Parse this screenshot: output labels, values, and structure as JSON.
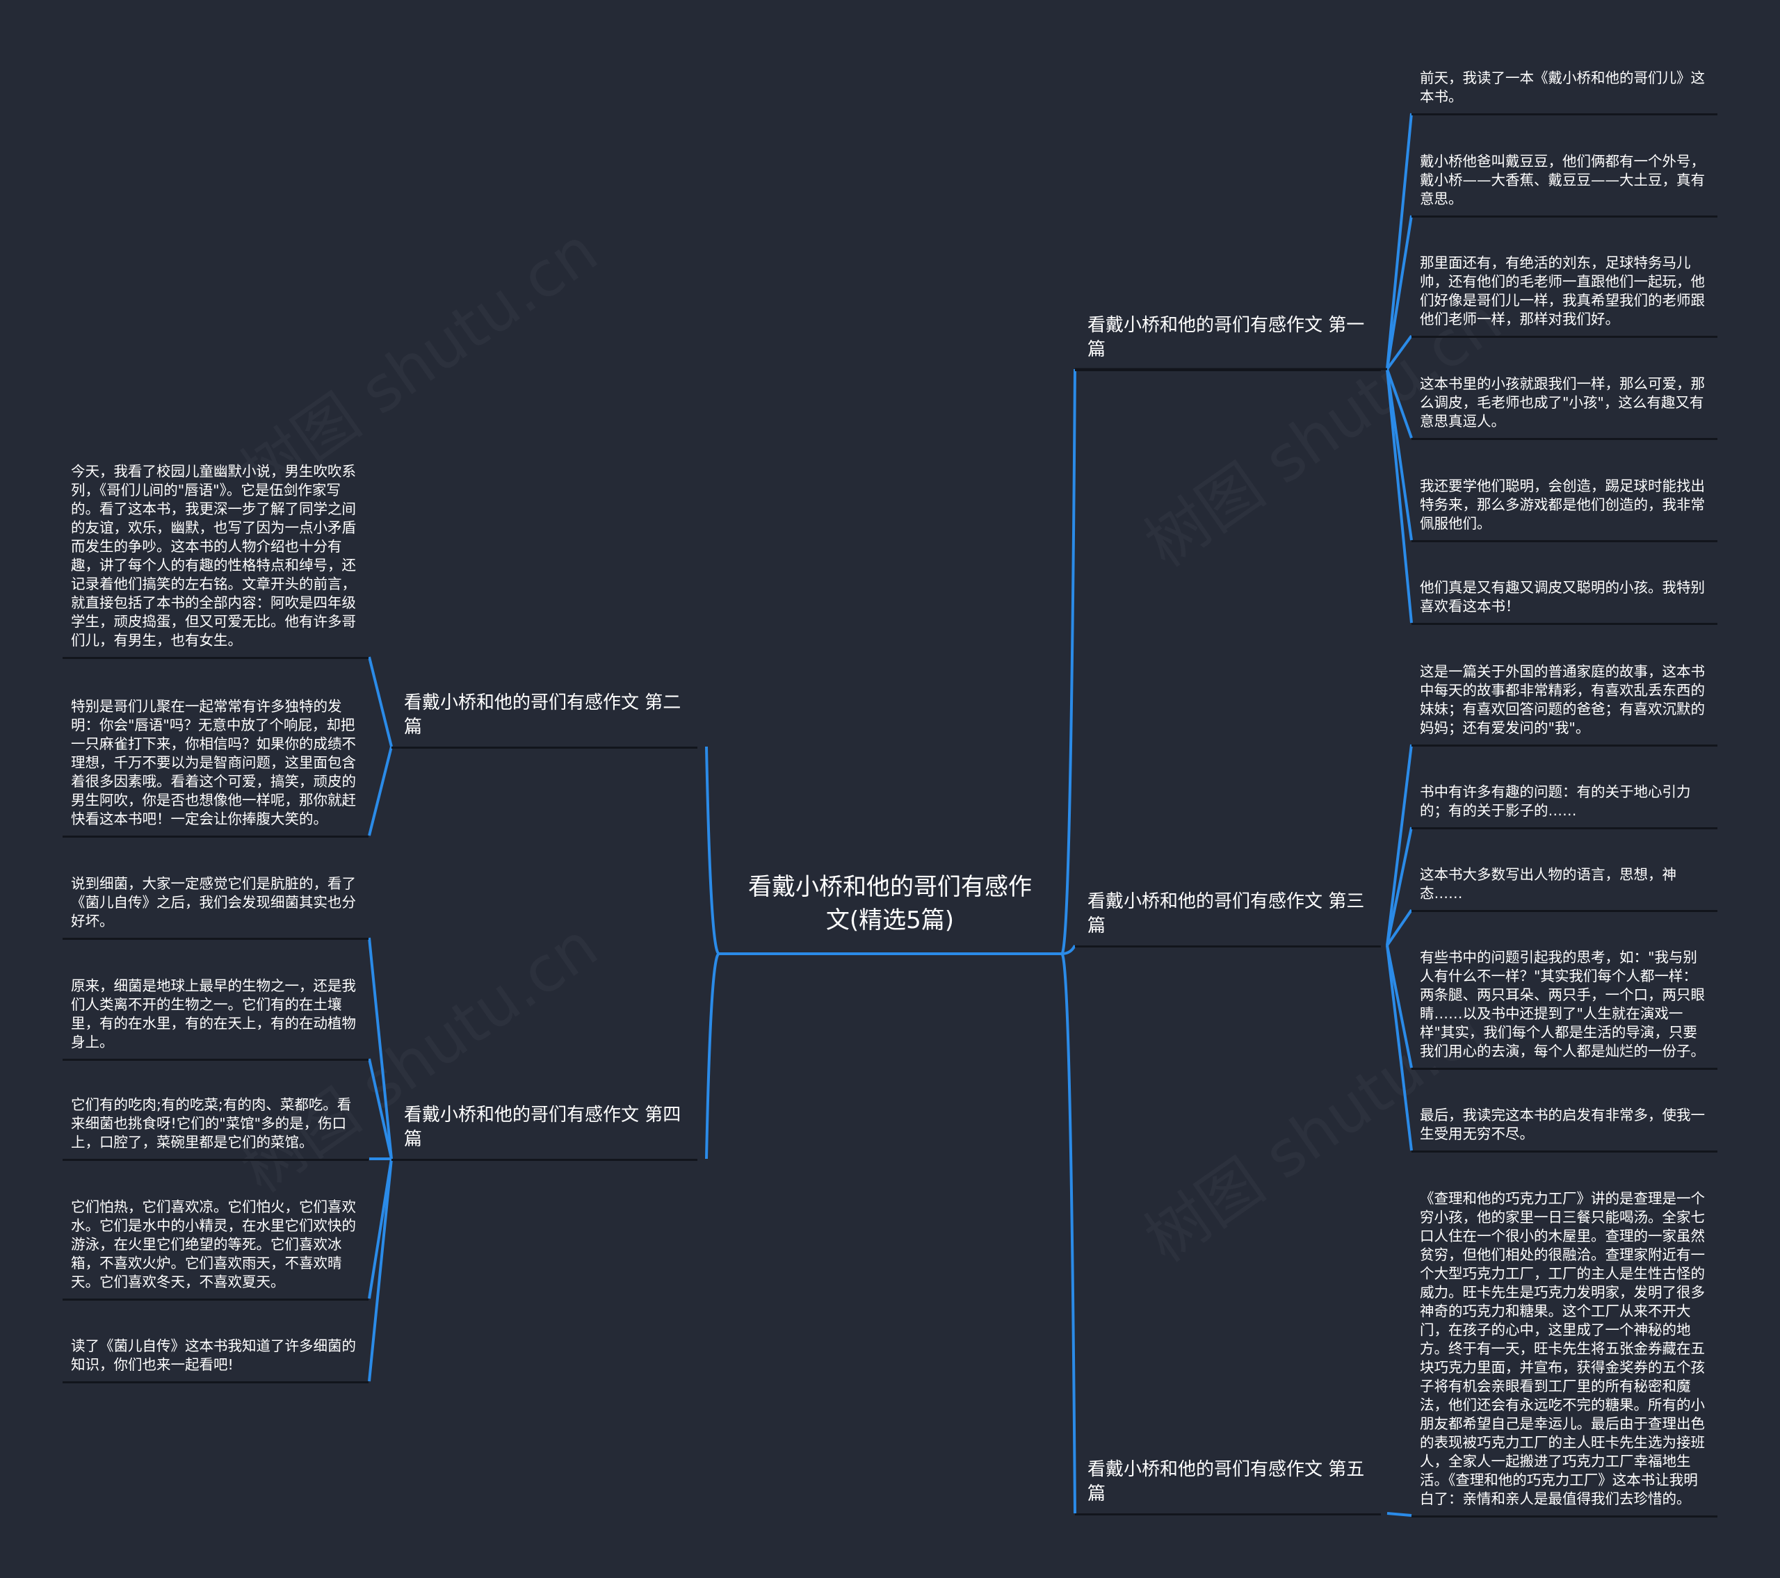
{
  "watermark": "树图 shutu.cn",
  "colors": {
    "background": "#252a36",
    "link": "#2b8be8",
    "underline": "#12151c"
  },
  "root": {
    "title": "看戴小桥和他的哥们有感作文(精选5篇)"
  },
  "branches": [
    {
      "label": "看戴小桥和他的哥们有感作文 第一篇",
      "leaves": [
        "前天，我读了一本《戴小桥和他的哥们儿》这本书。",
        "戴小桥他爸叫戴豆豆，他们俩都有一个外号，戴小桥——大香蕉、戴豆豆——大土豆，真有意思。",
        "那里面还有，有绝活的刘东，足球特务马儿帅，还有他们的毛老师一直跟他们一起玩，他们好像是哥们儿一样，我真希望我们的老师跟他们老师一样，那样对我们好。",
        "这本书里的小孩就跟我们一样，那么可爱，那么调皮，毛老师也成了\"小孩\"，这么有趣又有意思真逗人。",
        "我还要学他们聪明，会创造，踢足球时能找出特务来，那么多游戏都是他们创造的，我非常佩服他们。",
        "他们真是又有趣又调皮又聪明的小孩。我特别喜欢看这本书！"
      ]
    },
    {
      "label": "看戴小桥和他的哥们有感作文 第二篇",
      "leaves": [
        "今天，我看了校园儿童幽默小说，男生吹吹系列，《哥们儿间的\"唇语\"》。它是伍剑作家写的。看了这本书，我更深一步了解了同学之间的友谊，欢乐，幽默，也写了因为一点小矛盾而发生的争吵。这本书的人物介绍也十分有趣，讲了每个人的有趣的性格特点和绰号，还记录着他们搞笑的左右铭。文章开头的前言，就直接包括了本书的全部内容：阿吹是四年级学生，顽皮捣蛋，但又可爱无比。他有许多哥们儿，有男生，也有女生。",
        "特别是哥们儿聚在一起常常有许多独特的发明：你会\"唇语\"吗？无意中放了个响屁，却把一只麻雀打下来，你相信吗？如果你的成绩不理想，千万不要以为是智商问题，这里面包含着很多因素哦。看着这个可爱，搞笑，顽皮的男生阿吹，你是否也想像他一样呢，那你就赶快看这本书吧！一定会让你捧腹大笑的。"
      ]
    },
    {
      "label": "看戴小桥和他的哥们有感作文 第三篇",
      "leaves": [
        "这是一篇关于外国的普通家庭的故事，这本书中每天的故事都非常精彩，有喜欢乱丢东西的妹妹；有喜欢回答问题的爸爸；有喜欢沉默的妈妈；还有爱发问的\"我\"。",
        "书中有许多有趣的问题：有的关于地心引力的；有的关于影子的……",
        "这本书大多数写出人物的语言，思想，神态……",
        "有些书中的问题引起我的思考，如：\"我与别人有什么不一样？\"其实我们每个人都一样：两条腿、两只耳朵、两只手，一个口，两只眼睛……以及书中还提到了\"人生就在演戏一样\"其实，我们每个人都是生活的导演，只要我们用心的去演，每个人都是灿烂的一份子。",
        "最后，我读完这本书的启发有非常多，使我一生受用无穷不尽。"
      ]
    },
    {
      "label": "看戴小桥和他的哥们有感作文 第四篇",
      "leaves": [
        "说到细菌，大家一定感觉它们是肮脏的，看了《菌儿自传》之后，我们会发现细菌其实也分好坏。",
        "原来，细菌是地球上最早的生物之一，还是我们人类离不开的生物之一。它们有的在土壤里，有的在水里，有的在天上，有的在动植物身上。",
        "它们有的吃肉;有的吃菜;有的肉、菜都吃。看来细菌也挑食呀!它们的\"菜馆\"多的是，伤口上，口腔了，菜碗里都是它们的菜馆。",
        "它们怕热，它们喜欢凉。它们怕火，它们喜欢水。它们是水中的小精灵，在水里它们欢快的游泳，在火里它们绝望的等死。它们喜欢冰箱，不喜欢火炉。它们喜欢雨天，不喜欢晴天。它们喜欢冬天，不喜欢夏天。",
        "读了《菌儿自传》这本书我知道了许多细菌的知识，你们也来一起看吧!"
      ]
    },
    {
      "label": "看戴小桥和他的哥们有感作文 第五篇",
      "leaves": [
        "《查理和他的巧克力工厂》讲的是查理是一个穷小孩，他的家里一日三餐只能喝汤。全家七口人住在一个很小的木屋里。查理的一家虽然贫穷，但他们相处的很融洽。查理家附近有一个大型巧克力工厂，工厂的主人是生性古怪的威力。旺卡先生是巧克力发明家，发明了很多神奇的巧克力和糖果。这个工厂从来不开大门，在孩子的心中，这里成了一个神秘的地方。终于有一天，旺卡先生将五张金券藏在五块巧克力里面，并宣布，获得金奖券的五个孩子将有机会亲眼看到工厂里的所有秘密和魔法，他们还会有永远吃不完的糖果。所有的小朋友都希望自己是幸运儿。最后由于查理出色的表现被巧克力工厂的主人旺卡先生选为接班人，全家人一起搬进了巧克力工厂幸福地生活。《查理和他的巧克力工厂》这本书让我明白了：亲情和亲人是最值得我们去珍惜的。"
      ]
    }
  ]
}
